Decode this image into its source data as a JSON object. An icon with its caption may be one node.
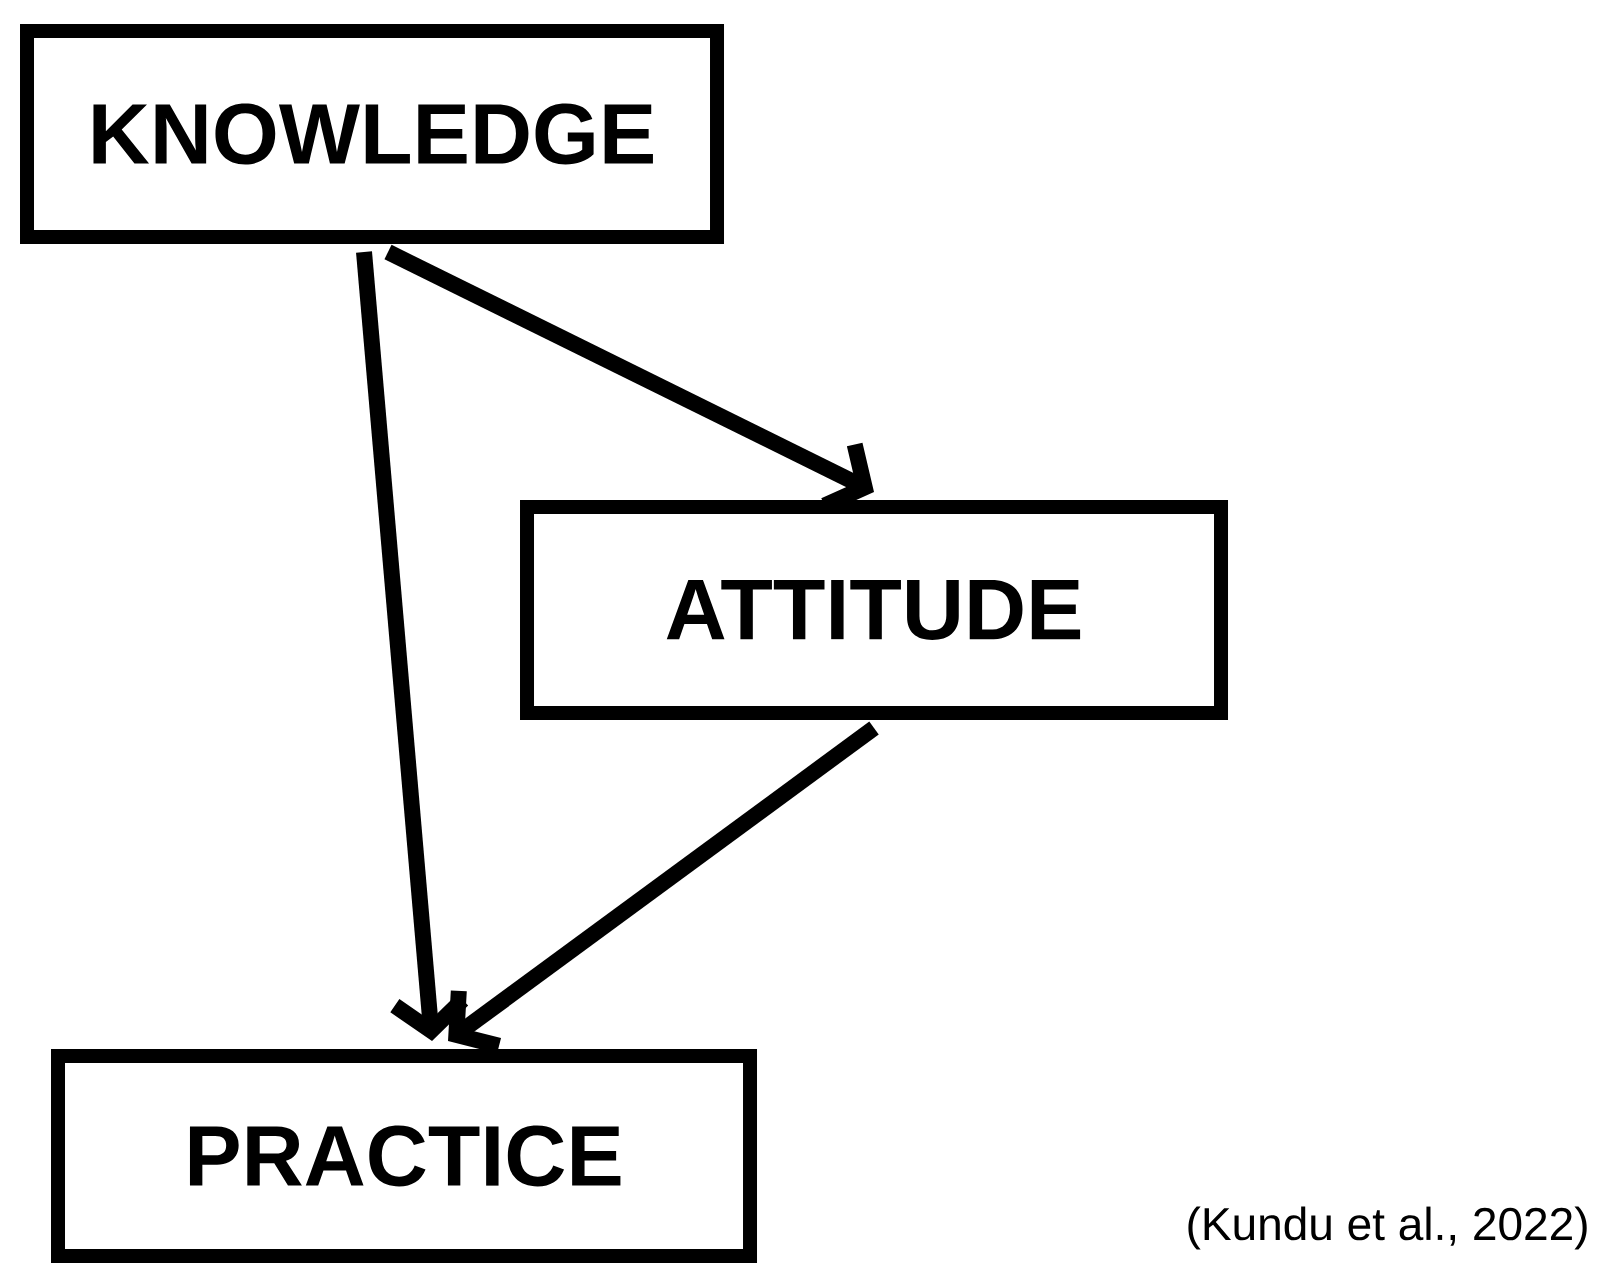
{
  "diagram": {
    "nodes": [
      {
        "text": [
          "KNOWLEDGE"
        ]
      },
      {
        "text": [
          "ATTITUDE"
        ]
      },
      {
        "text": [
          "PRACTICE"
        ]
      }
    ],
    "edges": [
      {
        "from": 0,
        "to": 2,
        "arrow": "to"
      },
      {
        "from": 0,
        "to": 1,
        "arrow": "to"
      },
      {
        "from": 1,
        "to": 2,
        "arrow": "to"
      }
    ],
    "labels": [
      "(Kundu et al., 2022)"
    ]
  }
}
